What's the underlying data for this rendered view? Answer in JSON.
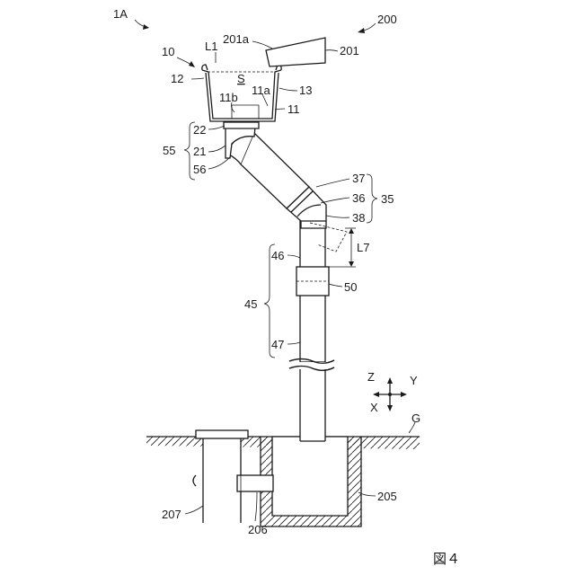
{
  "labels": {
    "l1A": "1A",
    "l200": "200",
    "l201a": "201a",
    "l201": "201",
    "l10": "10",
    "lL1": "L1",
    "l12": "12",
    "lS": "S",
    "l11a": "11a",
    "l13": "13",
    "l11b": "11b",
    "l11": "11",
    "l22": "22",
    "l55": "55",
    "l21": "21",
    "l56": "56",
    "l37": "37",
    "l36": "36",
    "l35": "35",
    "l38": "38",
    "lL7": "L7",
    "l46": "46",
    "l50": "50",
    "l45": "45",
    "l47": "47",
    "lZ": "Z",
    "lY": "Y",
    "lX": "X",
    "lG": "G",
    "l205": "205",
    "l207": "207",
    "l206": "206",
    "figure": "図４"
  }
}
